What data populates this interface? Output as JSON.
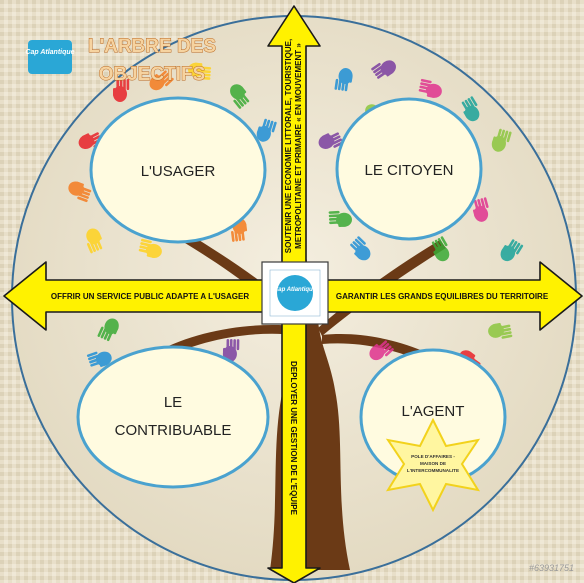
{
  "title": {
    "line1": "L'ARBRE DES",
    "line2": "OBJECTIFS"
  },
  "logo": {
    "text": "Cap Atlantique"
  },
  "quadrants": {
    "usager": "L'USAGER",
    "citoyen": "LE CITOYEN",
    "contribuable_line1": "LE",
    "contribuable_line2": "CONTRIBUABLE",
    "agent": "L'AGENT"
  },
  "arrows": {
    "left": "OFFRIR UN SERVICE PUBLIC ADAPTE A L'USAGER",
    "right": "GARANTIR LES GRANDS EQUILIBRES DU TERRITOIRE",
    "top_line1": "SOUTENIR UNE ECONOMIE LITTORALE, TOURISTIQUE,",
    "top_line2": "METROPOLITAINE ET PRIMAIRE « EN MOUVEMENT »",
    "bottom_line1": "DEPLOYER UNE GESTION DE L'EQUIPE"
  },
  "star": {
    "line1": "POLE D'AFFAIRES -",
    "line2": "MAISON DE",
    "line3": "L'INTERCOMMUNALITE"
  },
  "watermark": "#63931751",
  "colors": {
    "arrow_fill": "#fff200",
    "arrow_stroke": "#1a1a1a",
    "oval_fill": "#fffbe0",
    "oval_stroke": "#4aa2cf",
    "circle_stroke": "#3a6f9a",
    "title": "#f6d3a0",
    "logo": "#2aa7d6"
  }
}
